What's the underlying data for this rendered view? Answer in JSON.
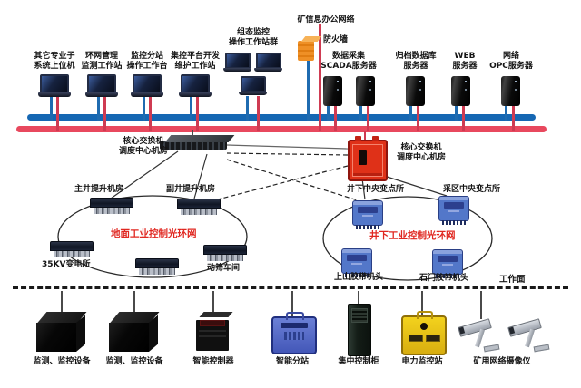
{
  "network": {
    "office_label": "矿信息办公网络",
    "firewall_label": "防火墙",
    "working_face_label": "工作面"
  },
  "workstations": [
    {
      "lines": [
        "其它专业子",
        "系统上位机"
      ]
    },
    {
      "lines": [
        "环网管理",
        "监测工作站"
      ]
    },
    {
      "lines": [
        "监控分站",
        "操作工作台"
      ]
    },
    {
      "lines": [
        "集控平台开发",
        "维护工作站"
      ]
    },
    {
      "lines": [
        "组态监控",
        "操作工作站群"
      ]
    }
  ],
  "servers": [
    {
      "lines": [
        "数据采集",
        "SCADA服务器"
      ]
    },
    {
      "lines": [
        "归档数据库",
        "服务器"
      ]
    },
    {
      "lines": [
        "WEB",
        "服务器"
      ]
    },
    {
      "lines": [
        "网络",
        "OPC服务器"
      ]
    }
  ],
  "core_switches": {
    "surface": {
      "lines": [
        "核心交换机",
        "调度中心机房"
      ]
    },
    "underground": {
      "lines": [
        "核心交换机",
        "调度中心机房"
      ]
    }
  },
  "surface_ring": {
    "title": "地面工业控制光环网",
    "nodes": {
      "main_hoist": "主井提升机房",
      "aux_hoist": "副井提升机房",
      "substation_35kv": "35KV变电所",
      "screen_workshop": "动筛车间"
    }
  },
  "underground_ring": {
    "title": "井下工业控制光环网",
    "nodes": {
      "central_substation": "井下中央变点所",
      "district_substation": "采区中央变点所",
      "uphill_belt": "上山胶带机头",
      "crosscut_belt": "石门胶带机头"
    }
  },
  "bottom_devices": [
    {
      "label": "监测、监控设备"
    },
    {
      "label": "监测、监控设备"
    },
    {
      "label": "智能控制器"
    },
    {
      "label": "智能分站"
    },
    {
      "label": "集中控制柜"
    },
    {
      "label": "电力监控站"
    },
    {
      "label": "矿用网络摄像仪"
    }
  ],
  "colors": {
    "bus_blue": "#1567b3",
    "bus_red": "#e8485e",
    "ring_title_red": "#e02720",
    "firewall_orange": "#ec8a20",
    "mine_switch_blue": "#5377c9",
    "core_switch_red": "#df3118",
    "power_station_yellow": "#e6c216"
  }
}
